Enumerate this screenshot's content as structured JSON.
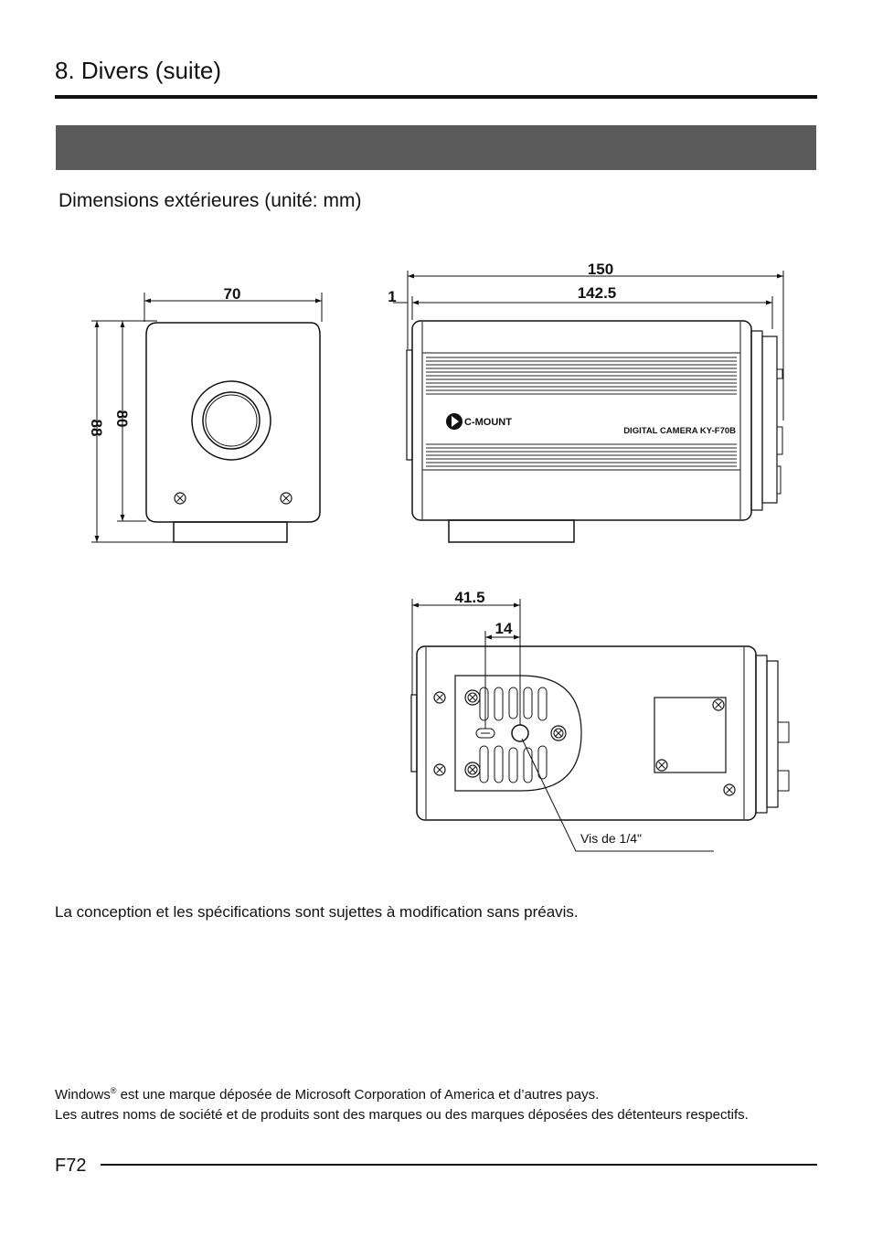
{
  "header": {
    "section_title": "8. Divers (suite)"
  },
  "drawing": {
    "subtitle": "Dimensions extérieures (unité: mm)",
    "front_view": {
      "width_label": "70",
      "height_outer_label": "88",
      "height_body_label": "80"
    },
    "side_view": {
      "length_total_label": "150",
      "length_body_label": "142.5",
      "offset_label": "1",
      "mount_label": "C-MOUNT",
      "model_label": "DIGITAL CAMERA  KY-F70B"
    },
    "bottom_view": {
      "screw_offset_label": "41.5",
      "hole_offset_label": "14",
      "screw_callout": "Vis de 1/4\""
    }
  },
  "notice": "La conception et les spécifications sont sujettes à modification sans préavis.",
  "trademark": {
    "brand": "Windows",
    "reg_mark": "®",
    "line1_rest": " est une marque déposée de Microsoft Corporation of America et d’autres pays.",
    "line2": "Les autres noms de société et de produits sont des marques ou des marques déposées des détenteurs respectifs."
  },
  "footer": {
    "page_number": "F72"
  }
}
